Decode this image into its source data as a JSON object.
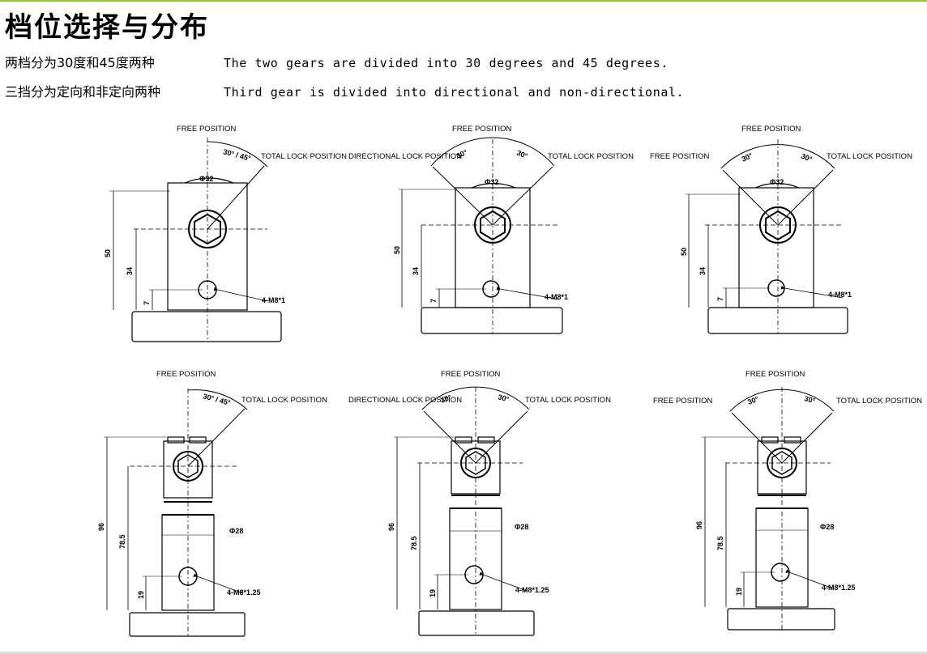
{
  "title": "档位选择与分布",
  "lines": [
    {
      "zh": "两档分为30度和45度两种",
      "en": "The two gears are divided into 30 degrees and 45 degrees."
    },
    {
      "zh": "三挡分为定向和非定向两种",
      "en": "Third gear is divided into directional and non-directional."
    }
  ],
  "labels": {
    "free": "FREE POSITION",
    "total": "TOTAL LOCK POSITION",
    "directional": "DIRECTIONAL LOCK POSITION",
    "angle_two": "30° / 45°",
    "angle": "30°"
  },
  "dims_short": {
    "dia": "Φ32",
    "h_total": "50",
    "h_mid": "34",
    "h_low": "7",
    "thread": "4-M8*1"
  },
  "dims_tall": {
    "dia": "Φ28",
    "h_total": "96",
    "h_mid": "78.5",
    "h_low": "19",
    "thread": "4-M8*1.25"
  }
}
